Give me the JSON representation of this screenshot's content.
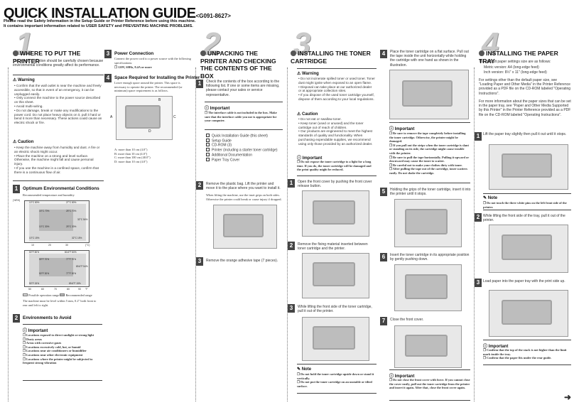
{
  "header": {
    "title": "QUICK INSTALLATION GUIDE",
    "code": "<G091-8627>",
    "sub1": "Please read the Safety Information in the Setup Guide or Printer Reference before using this machine.",
    "sub2": "It contains important information related to USER SAFETY and PREVENTING MACHINE PROBLEMS."
  },
  "col1": {
    "num": "1",
    "heading": "WHERE TO PUT THE PRINTER",
    "intro": "The printer's location should be carefully chosen because environmental conditions greatly affect its performance.",
    "warning_title": "Warning",
    "warnings": [
      "Confirm that the wall outlet is near the machine and freely accessible, so that in event of an emergency, it can be unplugged easily.",
      "Only connect the machine to the power source described on this sheet.",
      "Avoid multi-wiring.",
      "Do not damage, break or make any modifications to the power cord. Do not place heavy objects on it, pull it hard or bend it more than necessary. These actions could cause an electric shock or fire."
    ],
    "caution_title": "Caution",
    "cautions": [
      "Keep the machine away from humidity and dust. A fire or an electric shock might occur.",
      "Place the machine on a strong and level surface. Otherwise, the machine might fall and cause personal injury.",
      "If you use the machine in a confined space, confirm that there is a continuous flow of air."
    ],
    "step1_title": "Optimum Environmental Conditions",
    "step1_sub": "Recommended temperature and humidity",
    "chart1": {
      "labels": [
        "10°C 80%",
        "27°C 80%",
        "15°C 70%",
        "25°C 70%",
        "32°C 54%",
        "10°C 30%",
        "25°C 30%",
        "10°C 15%",
        "32°C 15%"
      ],
      "xticks": [
        "10",
        "20",
        "30",
        "(°C)"
      ],
      "yticks": [
        "80",
        "70",
        "60",
        "50",
        "40",
        "30",
        "20",
        "10"
      ],
      "ylabel": "(%RH)"
    },
    "chart2": {
      "labels": [
        "50°F 80%",
        "80.6°F 80%",
        "59°F 70%",
        "77°F 70%",
        "89.6°F 54%",
        "50°F 30%",
        "77°F 30%",
        "50°F 15%",
        "89.6°F 15%"
      ],
      "xticks": [
        "50",
        "60",
        "70",
        "80",
        "90",
        "°F"
      ],
      "yticks": [
        "80",
        "70",
        "60",
        "50",
        "40",
        "30",
        "20",
        "10"
      ],
      "ylabel": "(%RH)"
    },
    "legend_possible": "Possible operation range",
    "legend_recommended": "Recommended range",
    "level_note": "The machine must be level within 5 mm, 0.2\" both front to rear and left to right.",
    "step2_title": "Environments to Avoid",
    "important_title": "Important",
    "avoid": [
      "Locations exposed to direct sunlight or strong light",
      "Dusty areas",
      "Areas with corrosive gases",
      "Locations excessively cold, hot, or humid",
      "Locations near air conditioners or humidifier",
      "Locations near other electronic equipment",
      "Locations where the printer might be subjected to frequent strong vibration"
    ]
  },
  "col2": {
    "step3_title": "Power Connection",
    "step3_text": "Connect the power cord to a power source with the following specifications:",
    "step3_spec": "120V, 60Hz, 8.4A or more",
    "step4_title": "Space Required for Installing the Printer",
    "step4_text": "Leave enough space around the printer. This space is necessary to operate the printer. The recommended (or minimum) space requirement is as follows.",
    "diagram_labels": [
      "A",
      "B",
      "C",
      "D"
    ],
    "spaces": [
      "A: more than 10 cm (4.0\")",
      "B: more than 10 cm (4.0\")",
      "C: more than 100 cm (40.0\")",
      "D: more than 10 cm (4.0\")"
    ]
  },
  "col3": {
    "num": "2",
    "heading": "UNPACKING THE PRINTER AND CHECKING THE CONTENTS OF THE BOX",
    "step1_text": "Check the contents of the box according to the following list. If one or some items are missing, please contact your sales or service representative.",
    "important_title": "Important",
    "important_items": [
      "The interface cable is not included in the box. Make sure that the interface cable you use is appropriate for your computer."
    ],
    "contents": [
      "Quick Installation Guide (this sheet)",
      "Setup Guide",
      "CD-ROM (3)",
      "Printer (including a starter toner cartridge)",
      "Additional Documentation",
      "Paper Tray Cover"
    ],
    "step2_text": "Remove the plastic bag. Lift the printer and move it to the place where you want to install it.",
    "step2_note": "When lifting the machine, use the inset grips on both sides. Otherwise the printer could break or cause injury if dropped.",
    "step3_text": "Remove the orange adhesive tape (7 pieces)."
  },
  "col4": {
    "num": "3",
    "heading": "INSTALLING THE TONER CARTRIDGE",
    "warning_title": "Warning",
    "warnings": [
      "Do not incinerate spilled toner or used toner. Toner dust might ignite when exposed to an open flame.",
      "Disposal can take place at our authorized dealer or at appropriate collection sites.",
      "If you dispose of the used toner cartridge yourself, dispose of them according to your local regulations."
    ],
    "caution_title": "Caution",
    "cautions": [
      "Do not eat or swallow toner.",
      "Keep toner (used or unused) and the toner cartridge out of reach of children.",
      "Our products are engineered to meet the highest standards of quality and functionality. When purchasing expendable supplies, we recommend using only those provided by an authorized dealer."
    ],
    "important_title": "Important",
    "important_items": [
      "Do not expose the toner cartridge to a light for a long time. If you do, the toner cartridge will be damaged and the print quality might be reduced."
    ],
    "step1_text": "Open the front cover by pushing the front cover release button.",
    "step2_text": "Remove the fixing material inserted between toner cartridge and the printer.",
    "step3_text": "While lifting the front side of the toner cartridge, pull it out of the printer.",
    "note_title": "Note",
    "notes": [
      "Do not hold the toner cartridge upside down or stand it vertically.",
      "Do not put the toner cartridge on an unstable or tilted surface."
    ]
  },
  "col5": {
    "step4_text": "Place the toner cartridge on a flat surface. Pull out the tape inside the unit horizontally while holding the cartridge with one hand as shown in the illustration.",
    "important_title": "Important",
    "important_items": [
      "Be sure to remove the tape completely before installing the toner cartridge. Otherwise, the printer might be damaged.",
      "If you pull out the strips when the toner cartridge is slant or standing on its side, the cartridge might cause trouble with the printer.",
      "Be sure to pull the tape horizontally. Pulling it upward or downward may cause the toner to scatter.",
      "Be careful not to make your clothes dirty with toner.",
      "After pulling the tape out of the cartridge, toner scatters easily. Do not shake the cartridge."
    ],
    "step5_text": "Holding the grips of the toner cartridge, insert it into the printer until it stops.",
    "step6_text": "Insert the toner cartridge in its appropriate position by gently pushing down.",
    "step7_text": "Close the front cover.",
    "important2_title": "Important",
    "important2_items": [
      "Do not close the front cover with force. If you cannot close the cover easily, pull out the toner cartridge from the printer and insert it again. After that, close the front cover again."
    ]
  },
  "col6": {
    "num": "4",
    "heading": "INSTALLING THE PAPER TRAY",
    "intro": "The default paper settings size are as follows:",
    "metric": "Metric version: A4 (long-edge feed)",
    "inch": "Inch version: 8½\" x 11\" (long-edge feed)",
    "para1": "For settings other than the default paper size, see \"Loading Paper and Other Media\" in the Printer Reference provided as a PDF file on the CD-ROM labeled \"Operating Instructions\".",
    "para2": "For more information about the paper sizes that can be set in the paper tray, see \"Paper and Other Media Supported by this Printer\" in the Printer Reference provided as a PDF file on the CD-ROM labeled \"Operating Instructions\".",
    "step1_text": "Lift the paper tray slightly then pull it out until it stops.",
    "note_title": "Note",
    "notes": [
      "Do not touch the three white pins on the left front side of the printer."
    ],
    "step2_text": "While lifting the front side of the tray, pull it out of the printer.",
    "step3_text": "Load paper into the paper tray with the print side up.",
    "important_title": "Important",
    "important_items": [
      "Confirm that the top of the stack is not higher than the limit mark inside the tray.",
      "Confirm that the paper fits under the rear guide."
    ]
  },
  "steps": [
    "1",
    "2",
    "3",
    "4",
    "5",
    "6",
    "7"
  ]
}
